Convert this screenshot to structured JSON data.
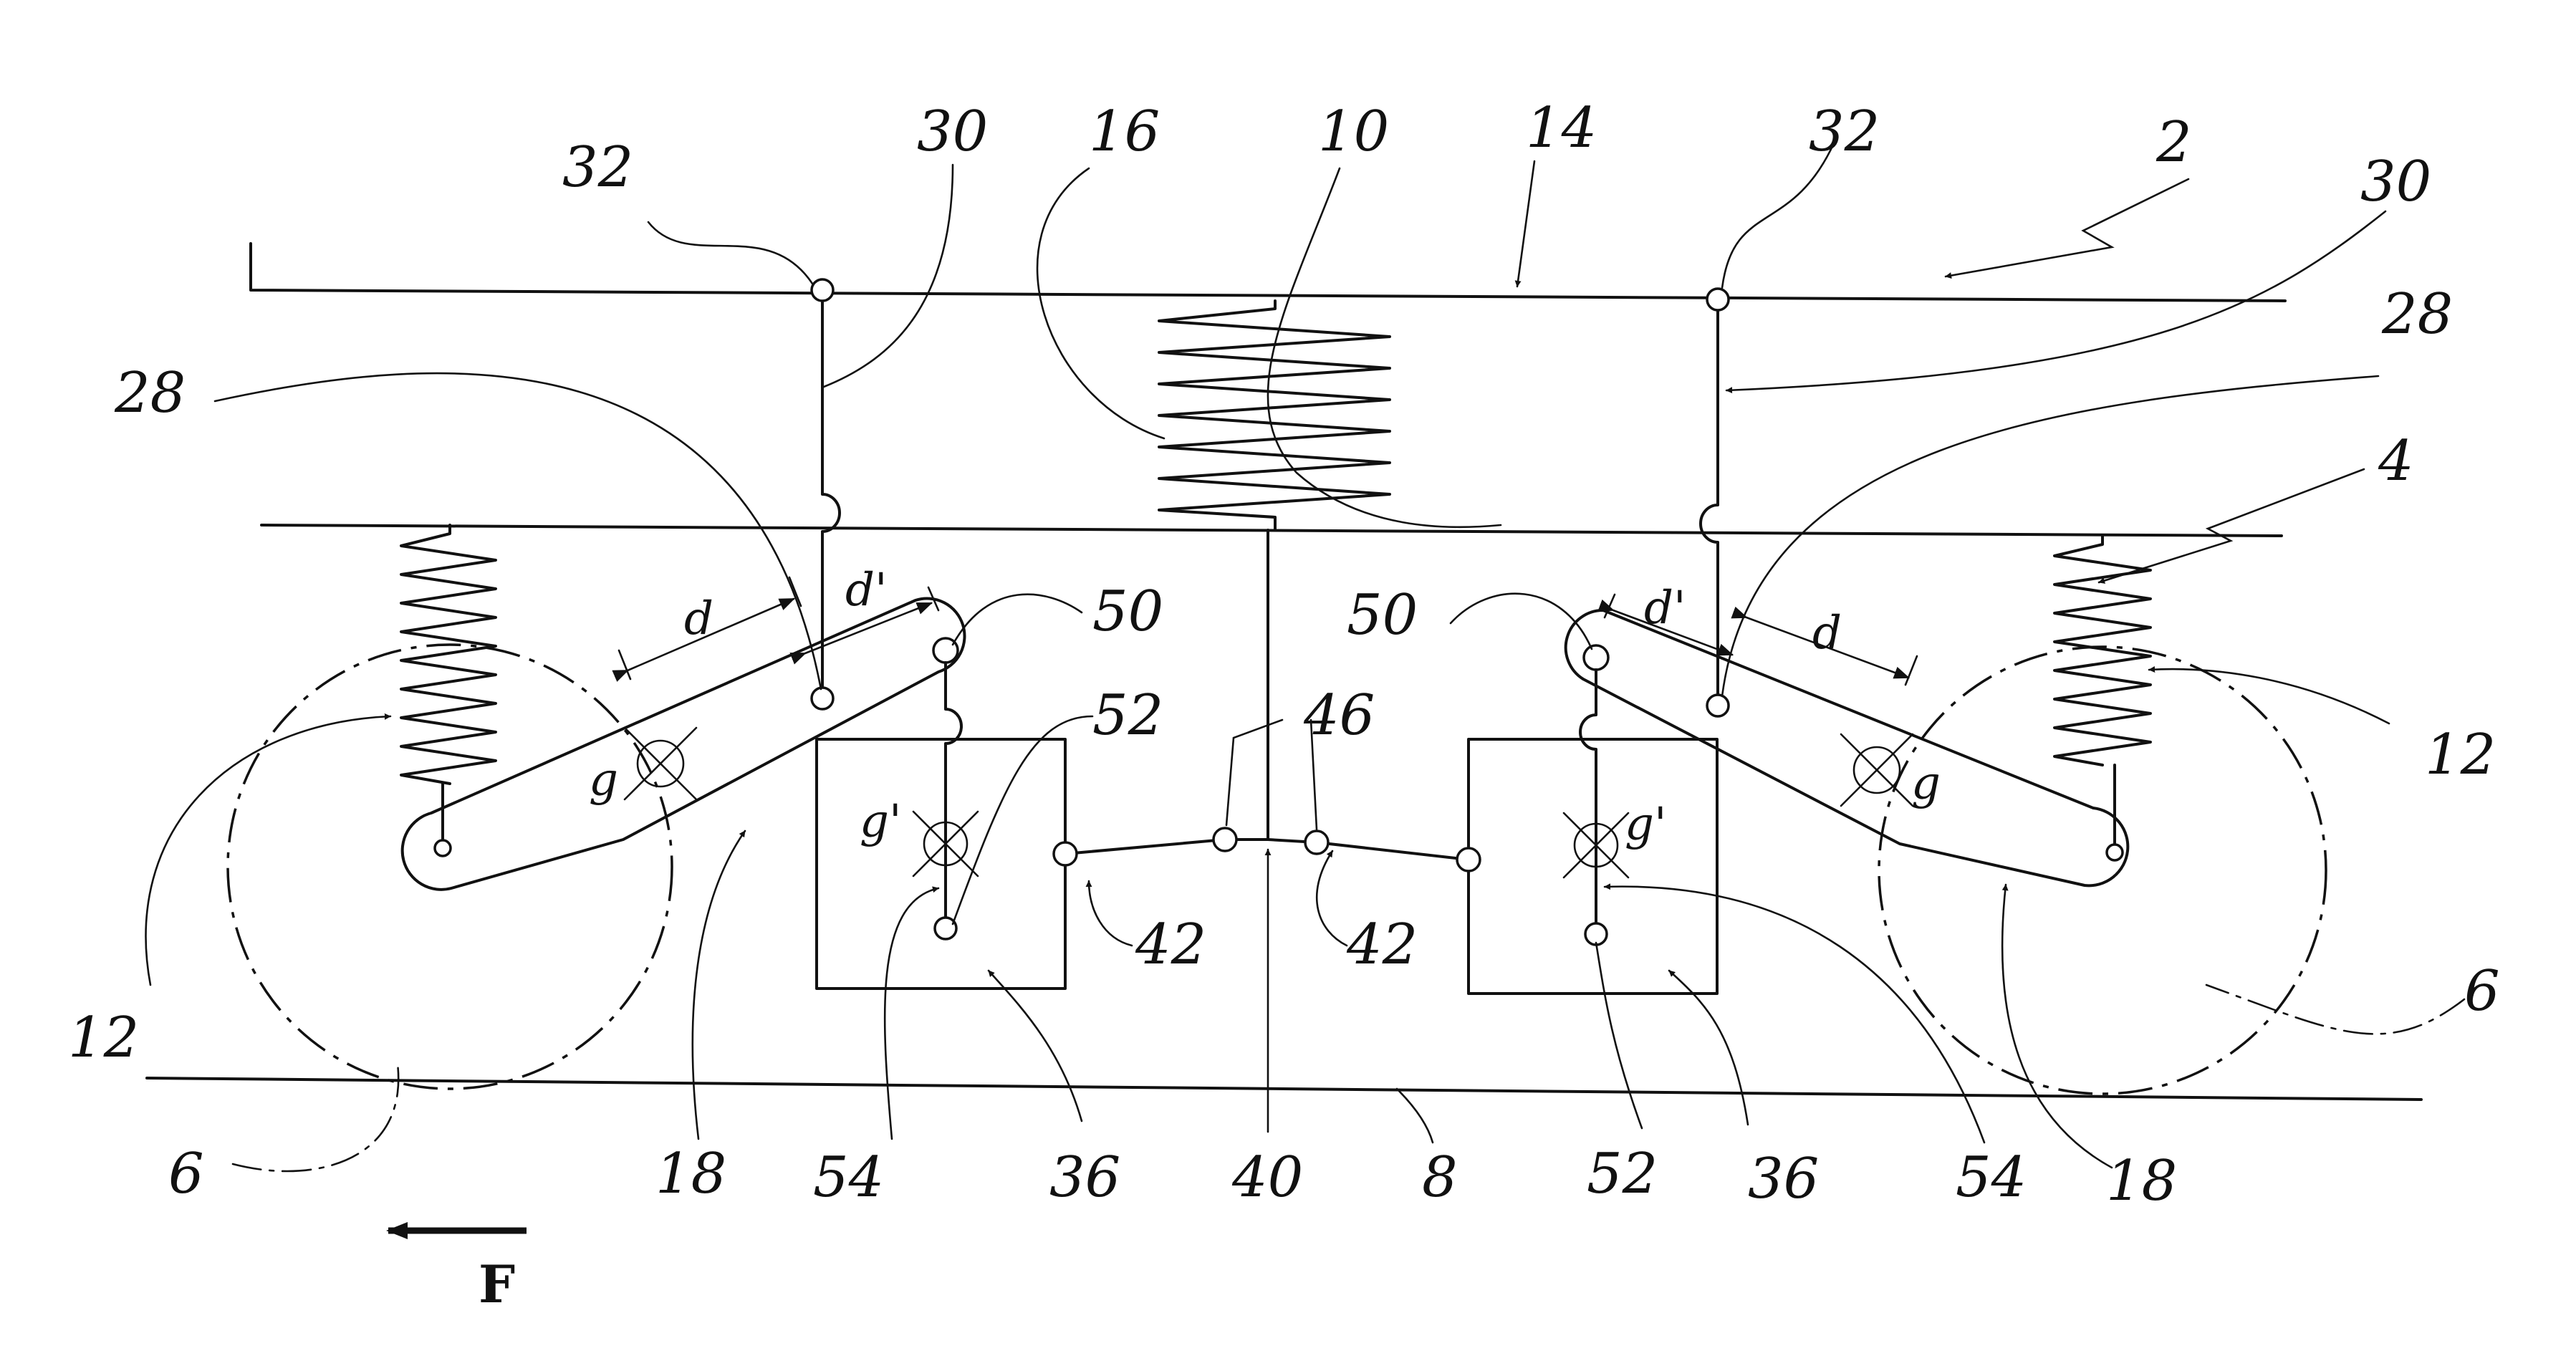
{
  "labels": {
    "n2": "2",
    "n4": "4",
    "n6a": "6",
    "n6b": "6",
    "n8": "8",
    "n10": "10",
    "n12a": "12",
    "n12b": "12",
    "n14": "14",
    "n16": "16",
    "n18a": "18",
    "n18b": "18",
    "n28a": "28",
    "n28b": "28",
    "n30a": "30",
    "n30b": "30",
    "n32a": "32",
    "n32b": "32",
    "n36a": "36",
    "n36b": "36",
    "n40": "40",
    "n42a": "42",
    "n42b": "42",
    "n46": "46",
    "n50a": "50",
    "n50b": "50",
    "n52a": "52",
    "n52b": "52",
    "n54a": "54",
    "n54b": "54"
  },
  "symbols": {
    "d_left": "d",
    "dprime_left": "d'",
    "d_right": "d",
    "dprime_right": "d'",
    "g_left": "g",
    "gprime_left": "g'",
    "g_right": "g",
    "gprime_right": "g'"
  },
  "direction": {
    "label": "F"
  }
}
